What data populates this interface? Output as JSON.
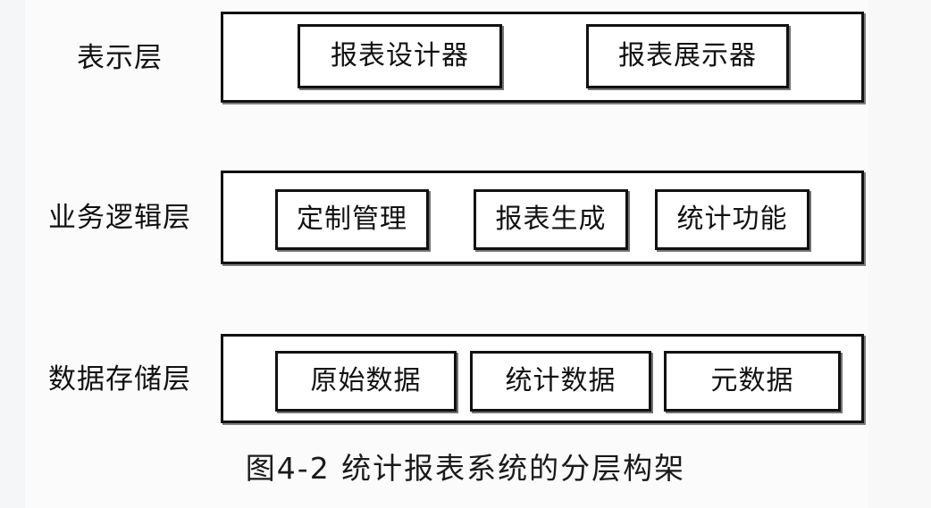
{
  "figure": {
    "caption": "图4-2 统计报表系统的分层构架",
    "background_color": "#fbfbfc",
    "line_color": "#111111",
    "node_fill_color": "#ffffff"
  },
  "layers": [
    {
      "label": "表示层",
      "label_en_hint": "presentation-layer",
      "nodes": [
        {
          "label": "报表设计器"
        },
        {
          "label": "报表展示器"
        }
      ]
    },
    {
      "label": "业务逻辑层",
      "label_en_hint": "business-logic-layer",
      "nodes": [
        {
          "label": "定制管理"
        },
        {
          "label": "报表生成"
        },
        {
          "label": "统计功能"
        }
      ]
    },
    {
      "label": "数据存储层",
      "label_en_hint": "data-storage-layer",
      "nodes": [
        {
          "label": "原始数据"
        },
        {
          "label": "统计数据"
        },
        {
          "label": "元数据"
        }
      ]
    }
  ]
}
